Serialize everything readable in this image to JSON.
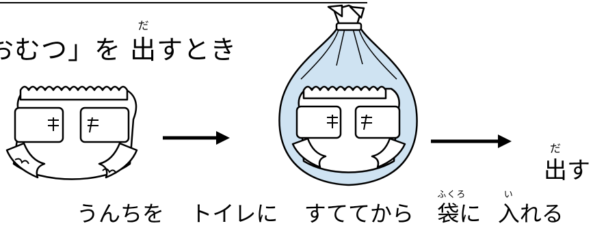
{
  "title": {
    "prefix": "おむつ」を ",
    "kanji": "出",
    "kanji_reading": "だ",
    "suffix": "すとき"
  },
  "steps": {
    "step1": "うんちを",
    "step2": "トイレに",
    "step3": "すててから",
    "step4_kanji": "袋",
    "step4_reading": "ふくろ",
    "step4_particle": "に",
    "step5_kanji": "入",
    "step5_reading": "い",
    "step5_suffix": "れる"
  },
  "right": {
    "kanji": "出",
    "kanji_reading": "だ",
    "suffix": "す"
  },
  "colors": {
    "bag_fill": "#cfe3f2",
    "bag_shade": "#b9d4ea",
    "line": "#000000"
  }
}
